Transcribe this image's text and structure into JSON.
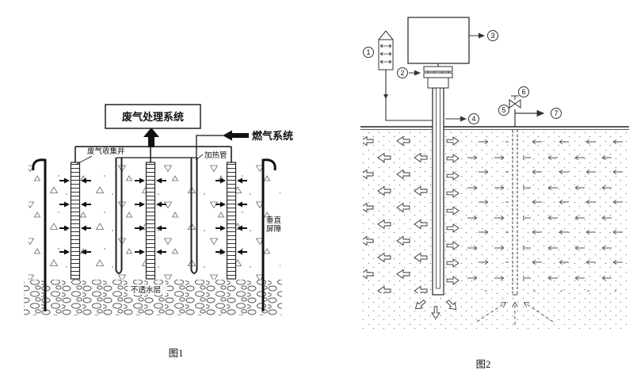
{
  "page": {
    "background": "#ffffff"
  },
  "figure1": {
    "caption": "图1",
    "treatment_box_label": "废气处理系统",
    "gas_system_label": "燃气系统",
    "collection_well_label": "废气收集井",
    "heating_tube_label": "加热管",
    "vertical_barrier_label": [
      "垂直",
      "屏障"
    ],
    "impermeable_layer_label": "不透水层"
  },
  "figure2": {
    "caption": "图2",
    "callouts": [
      "1",
      "2",
      "3",
      "4",
      "5",
      "6",
      "7"
    ]
  }
}
